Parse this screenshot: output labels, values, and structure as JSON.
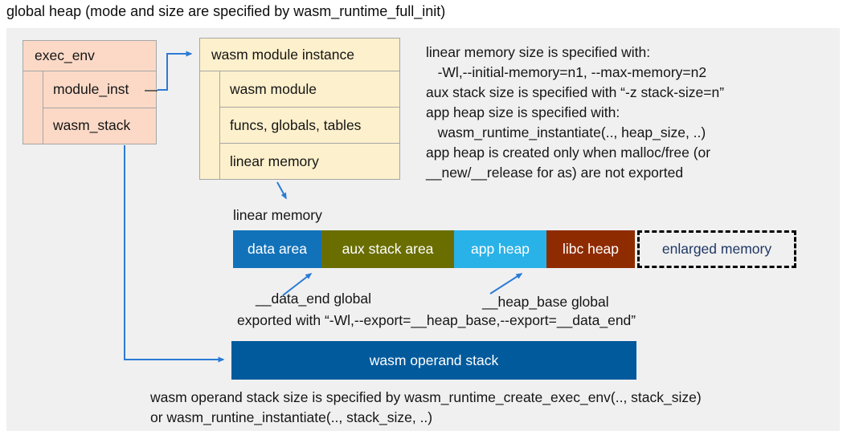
{
  "title": "global heap (mode and size are specified by wasm_runtime_full_init)",
  "exec_env": {
    "header": "exec_env",
    "rows": [
      "module_inst",
      "wasm_stack"
    ]
  },
  "module_instance": {
    "header": "wasm module instance",
    "rows": [
      "wasm module",
      "funcs, globals, tables",
      "linear memory"
    ]
  },
  "info": {
    "lines": [
      "linear memory size is specified with:",
      "   -Wl,--initial-memory=n1, --max-memory=n2",
      "aux stack size is specified with “-z stack-size=n”",
      "app heap size is specified with:",
      "   wasm_runtime_instantiate(.., heap_size, ..)",
      "app heap is created only when malloc/free (or",
      "__new/__release for as) are not exported"
    ]
  },
  "memory_bar": {
    "label": "linear memory",
    "segments": [
      {
        "label": "data area",
        "color": "#1272b9"
      },
      {
        "label": "aux stack area",
        "color": "#6a6e00"
      },
      {
        "label": "app heap",
        "color": "#29b2e8"
      },
      {
        "label": "libc heap",
        "color": "#8f2b00"
      }
    ],
    "enlarged": {
      "label": "enlarged memory",
      "text_color": "#1f3864",
      "border": "dashed #000000"
    }
  },
  "annotations": {
    "data_end": "__data_end global",
    "heap_base": "__heap_base global",
    "exported": "exported with “-Wl,--export=__heap_base,--export=__data_end”"
  },
  "operand_stack": {
    "label": "wasm operand stack",
    "color": "#005a9c"
  },
  "footer": {
    "lines": [
      "wasm operand stack size is specified by wasm_runtime_create_exec_env(.., stack_size)",
      "or wasm_runtine_instantiate(.., stack_size, ..)"
    ]
  },
  "colors": {
    "page_bg": "#ffffff",
    "panel_bg": "#f0f0f1",
    "exec_env_fill": "#fbd9c6",
    "module_instance_fill": "#fdf0cc",
    "box_border": "#a6a6a6",
    "arrow": "#2b7bd4",
    "text": "#151515"
  }
}
